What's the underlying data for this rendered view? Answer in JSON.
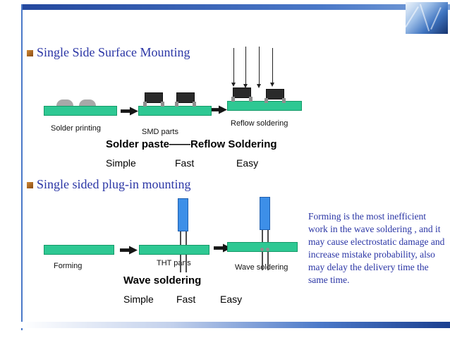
{
  "sections": [
    {
      "title": "Single Side Surface Mounting",
      "steps": [
        "Solder printing",
        "SMD parts",
        "Reflow soldering"
      ],
      "process": "Solder paste——Reflow Soldering",
      "qualities": [
        "Simple",
        "Fast",
        "Easy"
      ]
    },
    {
      "title": "Single sided plug-in mounting",
      "steps": [
        "Forming",
        "THT parts",
        "Wave soldering"
      ],
      "process": "Wave soldering",
      "qualities": [
        "Simple",
        "Fast",
        "Easy"
      ]
    }
  ],
  "note": "Forming is the most inefficient work in the wave soldering , and it may cause electrostatic damage and increase mistake probability, also may delay the delivery time the same time.",
  "icons": {
    "logo": "ice-crystal-image",
    "step_arrow": "right-arrow",
    "heat_arrow": "down-arrow"
  },
  "colors": {
    "board_green": "#2ec893",
    "component_blue": "#3d8fe8",
    "heading_blue": "#2a35a5",
    "bar_blue": "#24489e"
  }
}
